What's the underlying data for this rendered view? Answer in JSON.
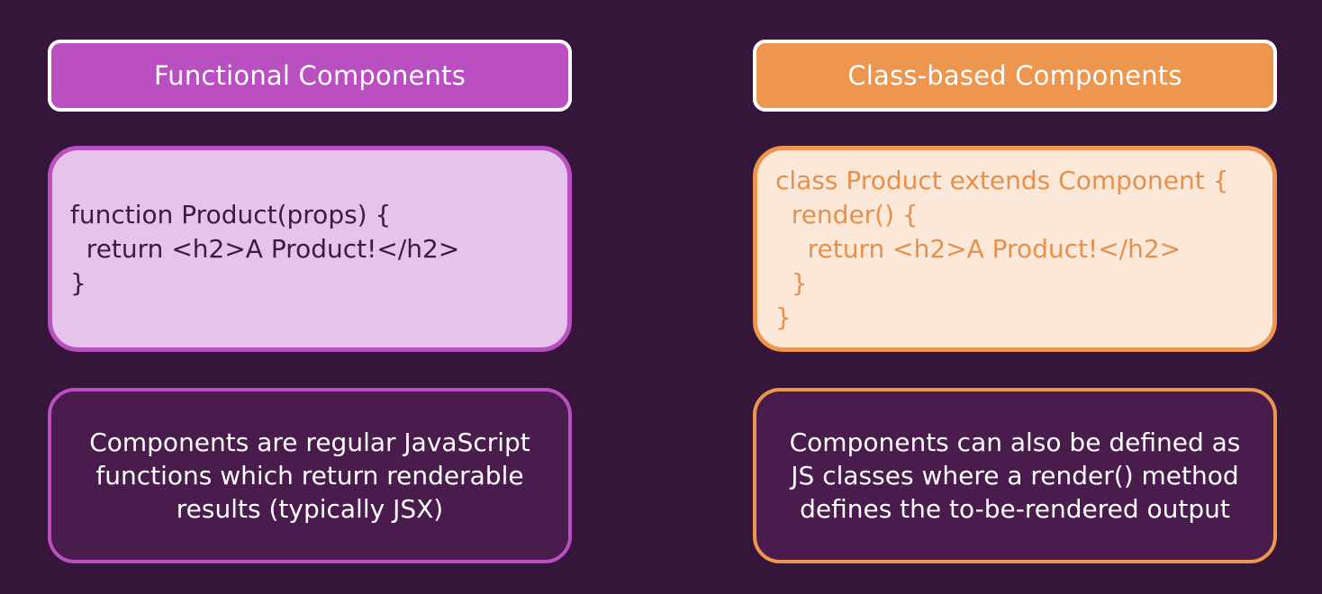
{
  "functional": {
    "header": "Functional Components",
    "code_lines": [
      "function Product(props) {",
      "  return <h2>A Product!</h2>",
      "}"
    ],
    "description_lines": [
      "Components are regular JavaScript",
      "functions which return renderable",
      "results (typically JSX)"
    ]
  },
  "class_based": {
    "header": "Class-based Components",
    "code_lines": [
      "class Product extends Component {",
      "  render() {",
      "    return <h2>A Product!</h2>",
      "  }",
      "}"
    ],
    "description_lines": [
      "Components can also be defined as",
      "JS classes where a render() method",
      "defines the to-be-rendered output"
    ]
  },
  "colors": {
    "background": "#35163a",
    "functional_accent": "#b94fc0",
    "functional_code_bg": "#e5c3ea",
    "class_accent": "#ec964f",
    "class_code_bg": "#fce8d9",
    "description_bg": "#4a1c4e"
  }
}
